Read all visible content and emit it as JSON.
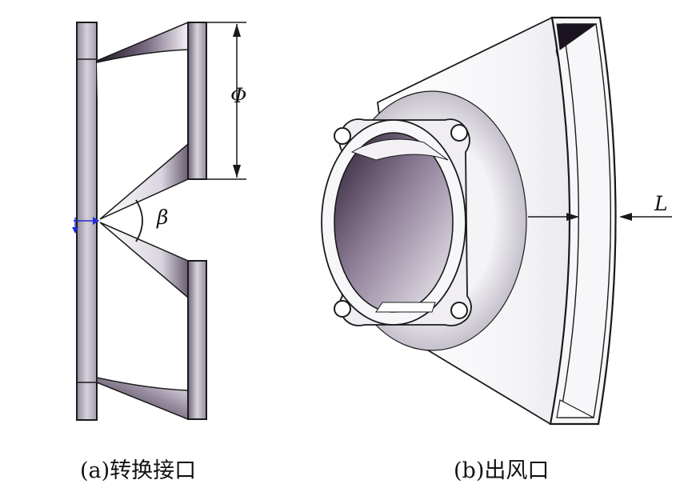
{
  "labels": {
    "phi": "Φ",
    "beta": "β",
    "l": "L"
  },
  "captions": {
    "a": "(a)转换接口",
    "b": "(b)出风口"
  },
  "colors": {
    "line": "#1a1a1a",
    "plate": "#b9b4c2",
    "metal_dark": "#4a3a55",
    "metal_light": "#f2f0f4",
    "marker": "#1f2bd6"
  }
}
